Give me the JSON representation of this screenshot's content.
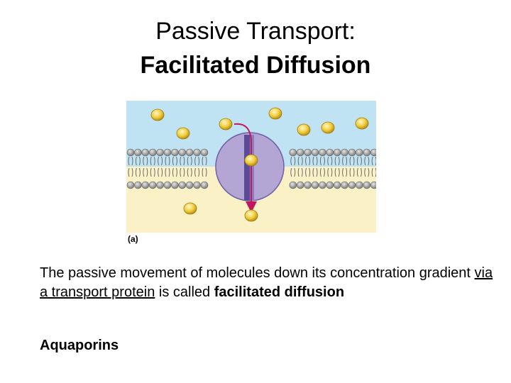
{
  "slide": {
    "title_line1": "Passive Transport:",
    "title_line2": "Facilitated Diffusion",
    "figure_label": "(a)",
    "body_before": "The passive movement of molecules down its concentration gradient ",
    "body_underlined": "via a transport protein",
    "body_middle": " is called ",
    "body_bold": "facilitated diffusion",
    "bullet": "Aquaporins"
  },
  "colors": {
    "extracellular": "#bfe3f3",
    "cytoplasm": "#faf1c6",
    "protein": "#b3a6d4",
    "channel": "#5b4a96",
    "solute": "#f0cc3a",
    "arrow": "#c2185b",
    "lipid_head": "#9a9a9a"
  }
}
